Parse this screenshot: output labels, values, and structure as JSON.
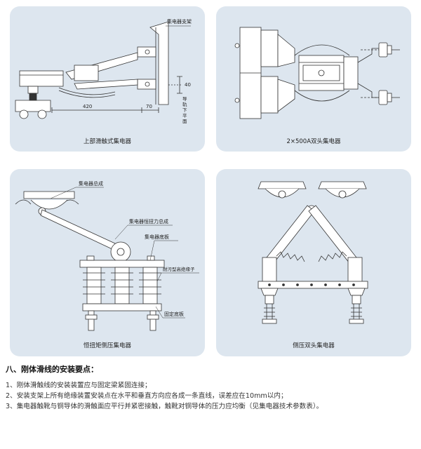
{
  "panels": [
    {
      "caption": "上部滑触式集电器",
      "labels": {
        "bracket": "集电器支架",
        "dim_420": "420",
        "dim_70": "70",
        "dim_40": "40",
        "rail_plane": "导轨下平面"
      }
    },
    {
      "caption": "2×500A双头集电器",
      "labels": {}
    },
    {
      "caption": "恒扭矩侧压集电器",
      "labels": {
        "assembly": "集电器总成",
        "torsion": "集电器恒扭力总成",
        "base_plate": "集电器底板",
        "insulator": "耐污型高绝缘子",
        "fixed_plate": "固定底板"
      }
    },
    {
      "caption": "侧压双头集电器",
      "labels": {}
    }
  ],
  "section": {
    "title": "八、刚体滑线的安装要点：",
    "items": [
      "1、刚体滑触线的安装装置应与固定梁紧固连接；",
      "2、安装支架上所有绝缘装置安装点在水平和垂直方向应各成一条直线，误差应在10mm以内；",
      "3、集电器触靴与铜导体的滑触面应平行并紧密接触，触靴对铜导体的压力应均衡（见集电器技术参数表）。"
    ]
  }
}
